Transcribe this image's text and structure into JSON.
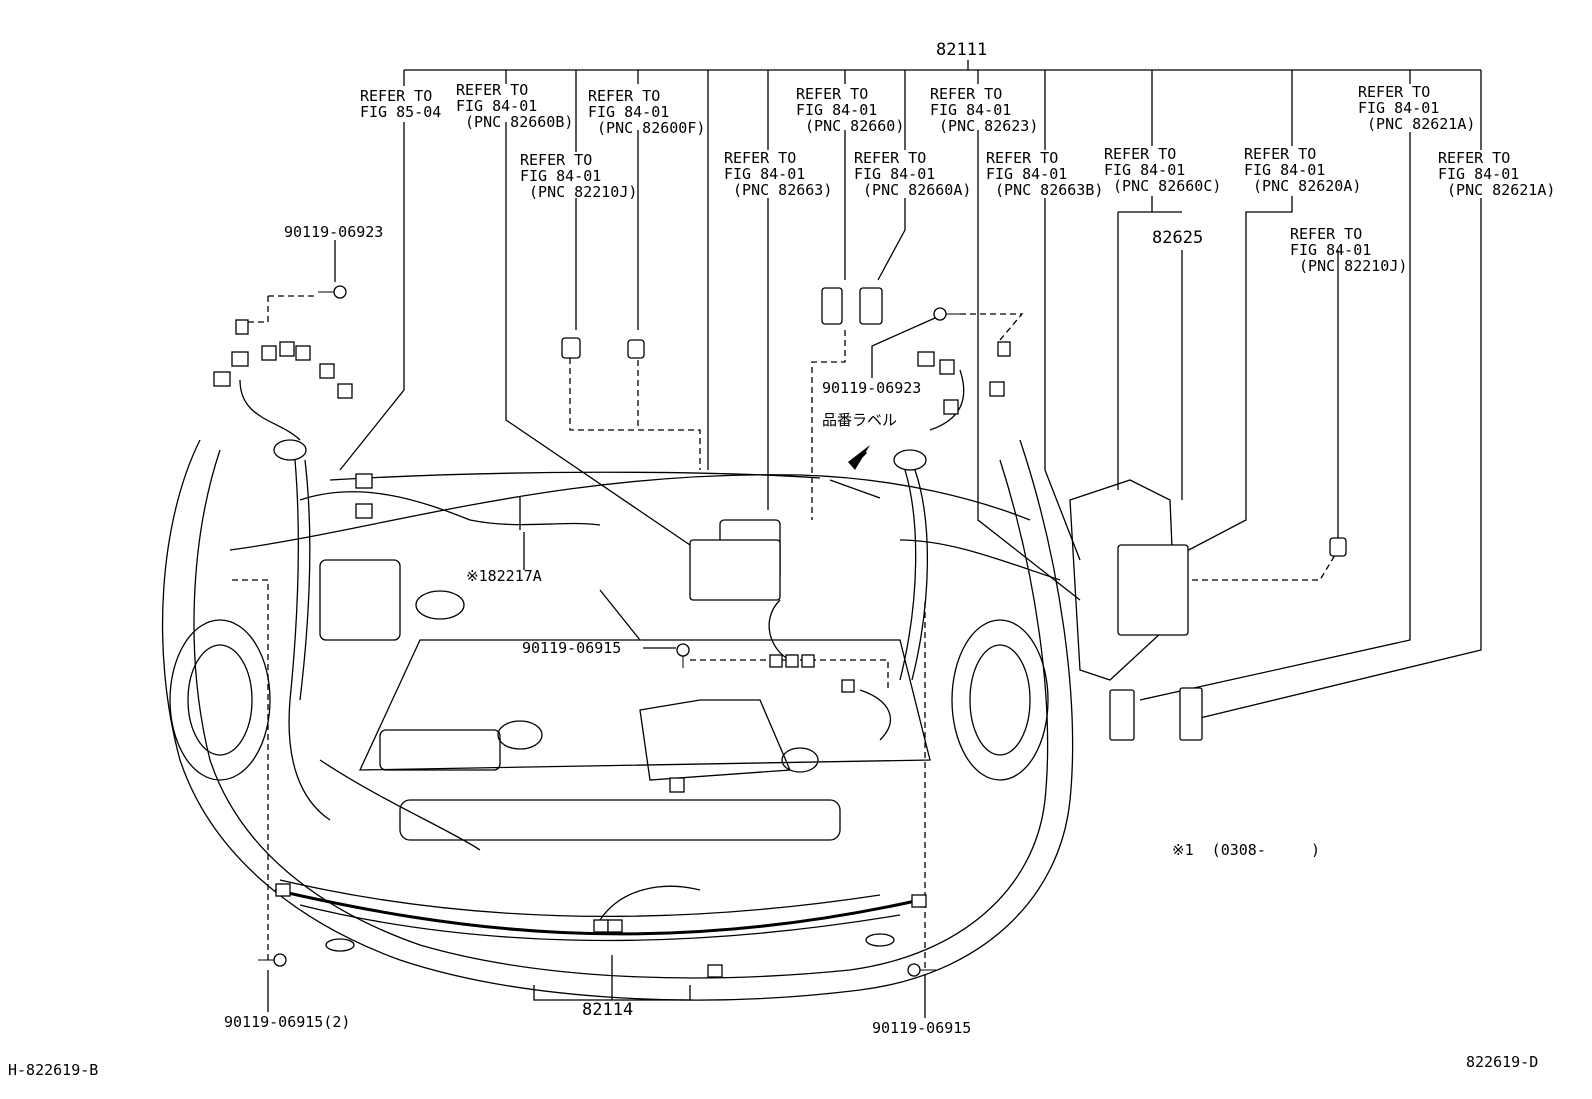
{
  "diagram": {
    "top_part": "82111",
    "refs": [
      {
        "id": "r1",
        "lines": [
          "REFER TO",
          "FIG 85-04"
        ]
      },
      {
        "id": "r2",
        "lines": [
          "REFER TO",
          "FIG 84-01",
          "(PNC 82660B)"
        ]
      },
      {
        "id": "r3",
        "lines": [
          "REFER TO",
          "FIG 84-01",
          "(PNC 82600F)"
        ]
      },
      {
        "id": "r4",
        "lines": [
          "REFER TO",
          "FIG 84-01",
          "(PNC 82210J)"
        ]
      },
      {
        "id": "r5",
        "lines": [
          "REFER TO",
          "FIG 84-01",
          "(PNC 82663)"
        ]
      },
      {
        "id": "r6",
        "lines": [
          "REFER TO",
          "FIG 84-01",
          "(PNC 82660)"
        ]
      },
      {
        "id": "r7",
        "lines": [
          "REFER TO",
          "FIG 84-01",
          "(PNC 82660A)"
        ]
      },
      {
        "id": "r8",
        "lines": [
          "REFER TO",
          "FIG 84-01",
          "(PNC 82623)"
        ]
      },
      {
        "id": "r9",
        "lines": [
          "REFER TO",
          "FIG 84-01",
          "(PNC 82663B)"
        ]
      },
      {
        "id": "r10",
        "lines": [
          "REFER TO",
          "FIG 84-01",
          "(PNC 82660C)"
        ]
      },
      {
        "id": "r11",
        "lines": [
          "REFER TO",
          "FIG 84-01",
          "(PNC 82620A)"
        ]
      },
      {
        "id": "r12",
        "lines": [
          "REFER TO",
          "FIG 84-01",
          "(PNC 82621A)"
        ]
      },
      {
        "id": "r13",
        "lines": [
          "REFER TO",
          "FIG 84-01",
          "(PNC 82621A)"
        ]
      },
      {
        "id": "r14",
        "lines": [
          "REFER TO",
          "FIG 84-01",
          "(PNC 82210J)"
        ]
      }
    ],
    "parts": {
      "p82625": "82625",
      "bolt_top_left": "90119-06923",
      "bolt_top_mid": "90119-06923",
      "bolt_center": "90119-06915",
      "bolt_bottom_left": "90119-06915(2)",
      "bolt_bottom_right": "90119-06915",
      "p82114": "82114",
      "p182217A": "※182217A",
      "label_jp": "品番ラベル",
      "note": "※1  (0308-     )"
    },
    "footer": {
      "left": "H-822619-B",
      "right": "822619-D"
    }
  }
}
